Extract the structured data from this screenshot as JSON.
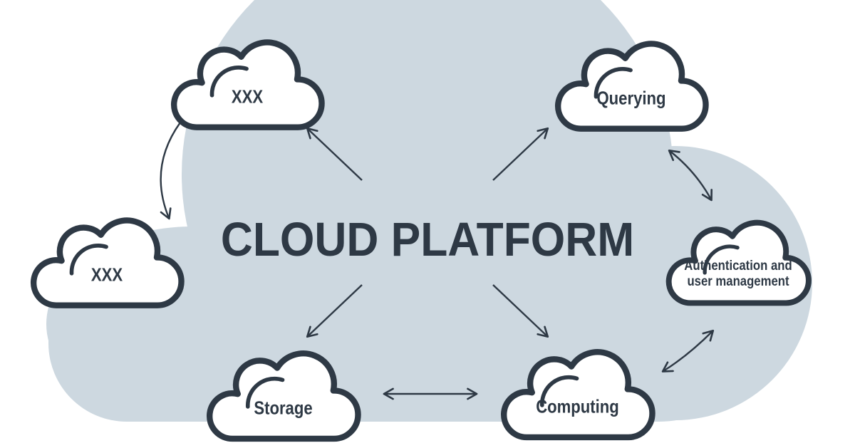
{
  "title": "CLOUD PLATFORM",
  "clouds": [
    {
      "id": "top-left",
      "label": "XXX"
    },
    {
      "id": "left",
      "label": "XXX"
    },
    {
      "id": "querying",
      "label": "Querying"
    },
    {
      "id": "authentication",
      "label_lines": [
        "Authentication and",
        "user management"
      ]
    },
    {
      "id": "storage",
      "label": "Storage"
    },
    {
      "id": "computing",
      "label": "Computing"
    }
  ],
  "arrows": [
    {
      "id": "center-to-top-left",
      "type": "single"
    },
    {
      "id": "center-to-querying",
      "type": "single"
    },
    {
      "id": "center-to-storage",
      "type": "single"
    },
    {
      "id": "center-to-computing",
      "type": "single"
    },
    {
      "id": "storage-computing",
      "type": "double"
    },
    {
      "id": "querying-authentication",
      "type": "double-curved"
    },
    {
      "id": "authentication-computing",
      "type": "double-curved"
    },
    {
      "id": "top-left-to-left",
      "type": "single-curved"
    }
  ],
  "colors": {
    "page_background": "#ffffff",
    "background_cloud": "#cdd8e0",
    "outline": "#2e3945",
    "cloud_fill": "#ffffff",
    "text": "#2e3945"
  }
}
